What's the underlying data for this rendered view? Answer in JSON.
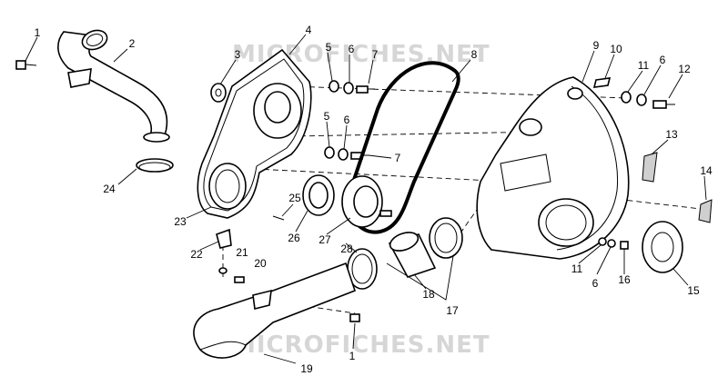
{
  "watermark": "MICROFICHES.NET",
  "callouts": [
    {
      "id": "c1a",
      "text": "1"
    },
    {
      "id": "c2",
      "text": "2"
    },
    {
      "id": "c3",
      "text": "3"
    },
    {
      "id": "c4",
      "text": "4"
    },
    {
      "id": "c5a",
      "text": "5"
    },
    {
      "id": "c6a",
      "text": "6"
    },
    {
      "id": "c7a",
      "text": "7"
    },
    {
      "id": "c8",
      "text": "8"
    },
    {
      "id": "c9",
      "text": "9"
    },
    {
      "id": "c10",
      "text": "10"
    },
    {
      "id": "c11a",
      "text": "11"
    },
    {
      "id": "c6b",
      "text": "6"
    },
    {
      "id": "c12",
      "text": "12"
    },
    {
      "id": "c5b",
      "text": "5"
    },
    {
      "id": "c6c",
      "text": "6"
    },
    {
      "id": "c7b",
      "text": "7"
    },
    {
      "id": "c13",
      "text": "13"
    },
    {
      "id": "c14",
      "text": "14"
    },
    {
      "id": "c24",
      "text": "24"
    },
    {
      "id": "c25",
      "text": "25"
    },
    {
      "id": "c23",
      "text": "23"
    },
    {
      "id": "c26",
      "text": "26"
    },
    {
      "id": "c27",
      "text": "27"
    },
    {
      "id": "c22",
      "text": "22"
    },
    {
      "id": "c21",
      "text": "21"
    },
    {
      "id": "c20",
      "text": "20"
    },
    {
      "id": "c28",
      "text": "28"
    },
    {
      "id": "c11b",
      "text": "11"
    },
    {
      "id": "c6d",
      "text": "6"
    },
    {
      "id": "c16",
      "text": "16"
    },
    {
      "id": "c15",
      "text": "15"
    },
    {
      "id": "c18",
      "text": "18"
    },
    {
      "id": "c17",
      "text": "17"
    },
    {
      "id": "c1b",
      "text": "1"
    },
    {
      "id": "c19",
      "text": "19"
    }
  ],
  "colors": {
    "line": "#000000",
    "watermark": "#d6d6d6",
    "shade": "#cfcfcf"
  }
}
